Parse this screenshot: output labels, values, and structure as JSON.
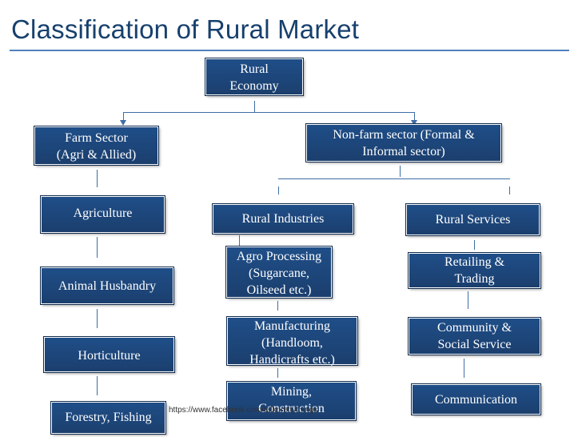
{
  "title": "Classification of Rural Market",
  "nodes": {
    "rural_economy": "Rural\nEconomy",
    "farm_sector": "Farm Sector\n(Agri & Allied)",
    "non_farm_sector": "Non-farm sector (Formal &\nInformal sector)",
    "agriculture": "Agriculture",
    "animal_husbandry": "Animal Husbandry",
    "horticulture": "Horticulture",
    "forestry_fishing": "Forestry, Fishing",
    "rural_industries": "Rural Industries",
    "agro_processing": "Agro Processing\n(Sugarcane,\nOilseed etc.)",
    "manufacturing": "Manufacturing\n(Handloom,\nHandicrafts etc.)",
    "mining_construction": "Mining,\nConstruction",
    "rural_services": "Rural Services",
    "retailing_trading": "Retailing &\nTrading",
    "community_social": "Community &\nSocial Service",
    "communication": "Communication"
  },
  "watermark": "https://www.facebook.com/talkprettythings"
}
